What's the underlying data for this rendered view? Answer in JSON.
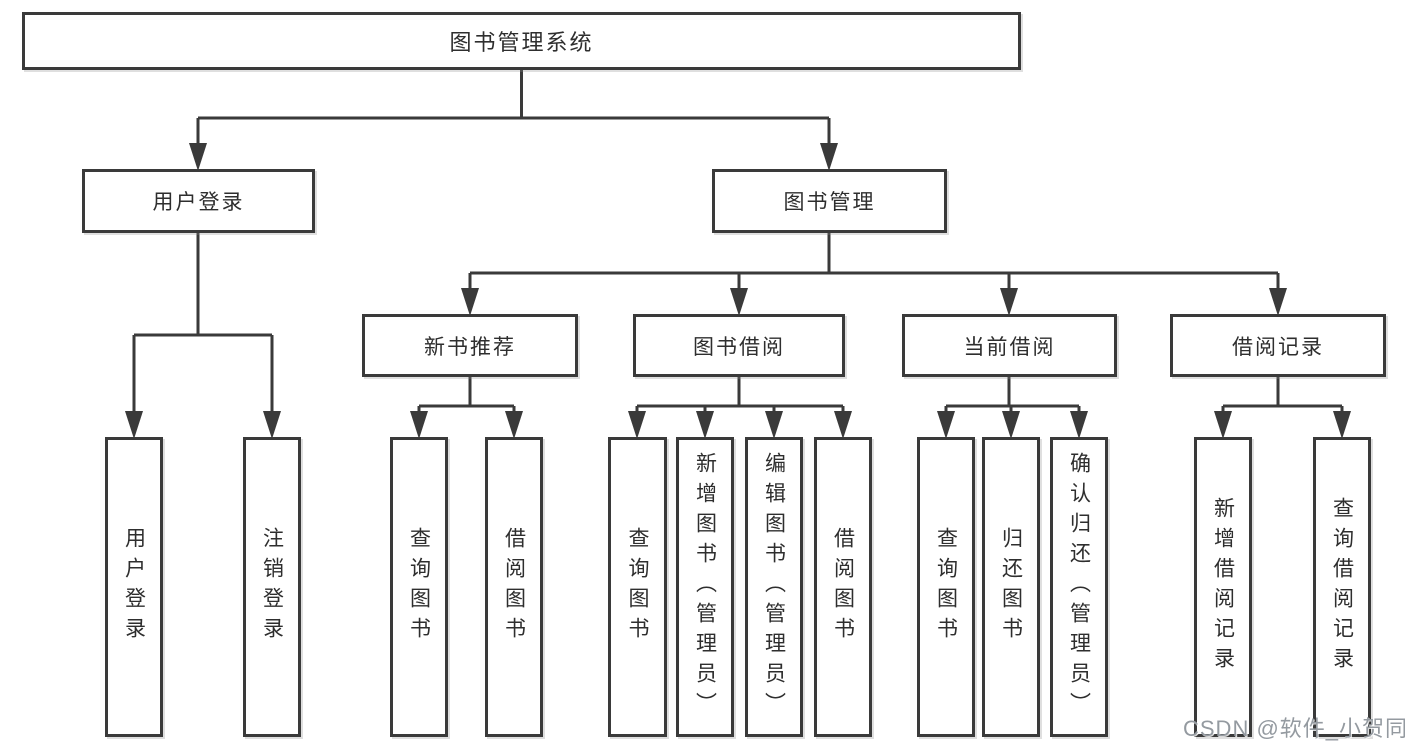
{
  "tree": {
    "root": "图书管理系统",
    "children": [
      {
        "label": "用户登录",
        "children": [
          {
            "label": "用户登录"
          },
          {
            "label": "注销登录"
          }
        ]
      },
      {
        "label": "图书管理",
        "children": [
          {
            "label": "新书推荐",
            "children": [
              {
                "label": "查询图书"
              },
              {
                "label": "借阅图书"
              }
            ]
          },
          {
            "label": "图书借阅",
            "children": [
              {
                "label": "查询图书"
              },
              {
                "label": "新增图书（管理员）"
              },
              {
                "label": "编辑图书（管理员）"
              },
              {
                "label": "借阅图书"
              }
            ]
          },
          {
            "label": "当前借阅",
            "children": [
              {
                "label": "查询图书"
              },
              {
                "label": "归还图书"
              },
              {
                "label": "确认归还（管理员）"
              }
            ]
          },
          {
            "label": "借阅记录",
            "children": [
              {
                "label": "新增借阅记录"
              },
              {
                "label": "查询借阅记录"
              }
            ]
          }
        ]
      }
    ]
  },
  "watermark": "CSDN @软件_小贺同学",
  "colors": {
    "line": "#3a3a3a",
    "text": "#2e2e2e",
    "watermark": "#949aa0",
    "background": "#ffffff"
  }
}
